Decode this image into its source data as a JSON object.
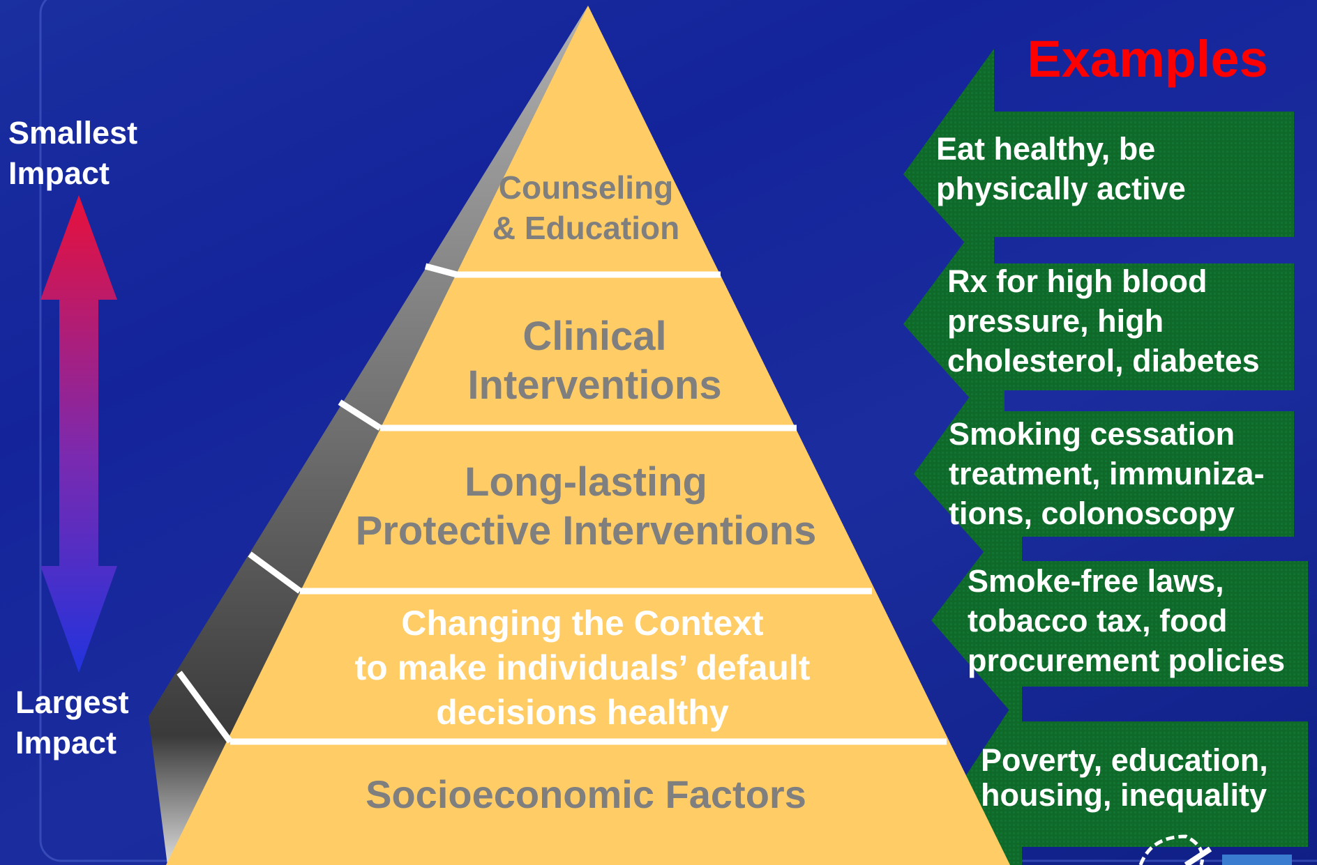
{
  "impact": {
    "top_label": [
      "Smallest",
      "Impact"
    ],
    "bottom_label": [
      "Largest",
      "Impact"
    ]
  },
  "pyramid": {
    "tiers": [
      {
        "lines": [
          "Counseling",
          "& Education"
        ]
      },
      {
        "lines": [
          "Clinical",
          "Interventions"
        ]
      },
      {
        "lines": [
          "Long-lasting",
          "Protective Interventions"
        ]
      },
      {
        "lines": [
          "Changing the Context",
          "to make individuals’ default",
          "decisions healthy"
        ]
      },
      {
        "lines": [
          "Socioeconomic Factors"
        ]
      }
    ]
  },
  "examples": {
    "title": "Examples",
    "items": [
      {
        "lines": [
          "Eat healthy, be",
          "physically active"
        ]
      },
      {
        "lines": [
          "Rx for high blood",
          "pressure, high",
          "cholesterol, diabetes"
        ]
      },
      {
        "lines": [
          "Smoking cessation",
          "treatment, immuniza-",
          "tions, colonoscopy"
        ]
      },
      {
        "lines": [
          "Smoke-free laws,",
          "tobacco tax, food",
          "procurement policies"
        ]
      },
      {
        "lines": [
          "Poverty, education,",
          "housing, inequality"
        ]
      }
    ]
  },
  "colors": {
    "pyramid_fill": "#ffcc66",
    "tier_text_gray": "#7f7f7f",
    "tier_text_white": "#ffffff",
    "example_box": "#0f6a2a",
    "examples_title": "#ff0000",
    "arrow_top": "#e8103a",
    "arrow_bottom": "#2233dd"
  }
}
